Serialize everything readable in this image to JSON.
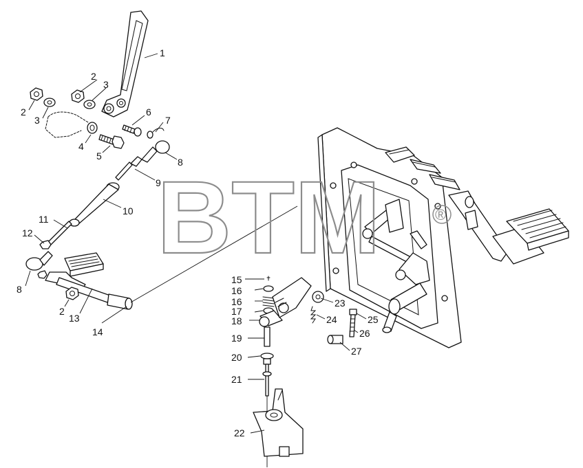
{
  "watermark": {
    "text": "BTM",
    "registered_mark": "®"
  },
  "callouts": [
    {
      "id": "c1",
      "label": "1"
    },
    {
      "id": "c2a",
      "label": "2"
    },
    {
      "id": "c2b",
      "label": "2"
    },
    {
      "id": "c2c",
      "label": "2"
    },
    {
      "id": "c3a",
      "label": "3"
    },
    {
      "id": "c3b",
      "label": "3"
    },
    {
      "id": "c4",
      "label": "4"
    },
    {
      "id": "c5",
      "label": "5"
    },
    {
      "id": "c6",
      "label": "6"
    },
    {
      "id": "c7",
      "label": "7"
    },
    {
      "id": "c8a",
      "label": "8"
    },
    {
      "id": "c8b",
      "label": "8"
    },
    {
      "id": "c9",
      "label": "9"
    },
    {
      "id": "c10",
      "label": "10"
    },
    {
      "id": "c11",
      "label": "11"
    },
    {
      "id": "c12",
      "label": "12"
    },
    {
      "id": "c13",
      "label": "13"
    },
    {
      "id": "c14",
      "label": "14"
    },
    {
      "id": "c15",
      "label": "15"
    },
    {
      "id": "c16a",
      "label": "16"
    },
    {
      "id": "c16b",
      "label": "16"
    },
    {
      "id": "c17",
      "label": "17"
    },
    {
      "id": "c18",
      "label": "18"
    },
    {
      "id": "c19",
      "label": "19"
    },
    {
      "id": "c20",
      "label": "20"
    },
    {
      "id": "c21",
      "label": "21"
    },
    {
      "id": "c22",
      "label": "22"
    },
    {
      "id": "c23",
      "label": "23"
    },
    {
      "id": "c24",
      "label": "24"
    },
    {
      "id": "c25",
      "label": "25"
    },
    {
      "id": "c26",
      "label": "26"
    },
    {
      "id": "c27",
      "label": "27"
    }
  ]
}
